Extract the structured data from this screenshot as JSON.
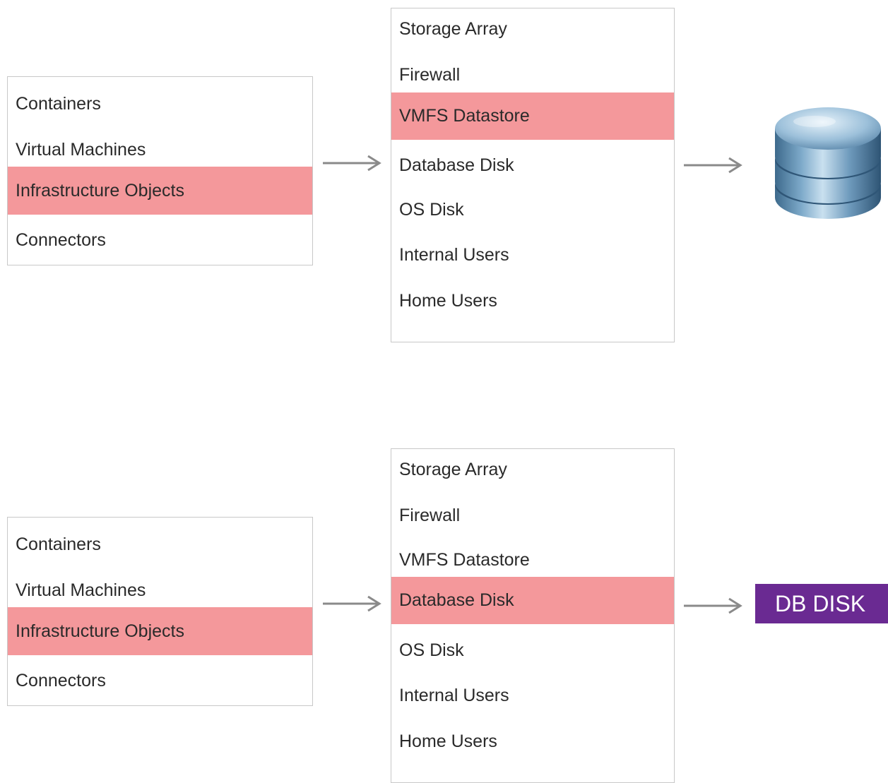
{
  "rows": [
    {
      "categories": {
        "items": [
          "Containers",
          "Virtual Machines",
          "Infrastructure Objects",
          "Connectors"
        ],
        "selected_index": 2
      },
      "objects": {
        "items": [
          "Storage Array",
          "Firewall",
          "VMFS Datastore",
          "Database Disk",
          "OS Disk",
          "Internal Users",
          "Home Users"
        ],
        "selected_index": 2
      },
      "result": {
        "kind": "icon",
        "icon": "database-icon"
      }
    },
    {
      "categories": {
        "items": [
          "Containers",
          "Virtual Machines",
          "Infrastructure Objects",
          "Connectors"
        ],
        "selected_index": 2
      },
      "objects": {
        "items": [
          "Storage Array",
          "Firewall",
          "VMFS Datastore",
          "Database Disk",
          "OS Disk",
          "Internal Users",
          "Home Users"
        ],
        "selected_index": 3
      },
      "result": {
        "kind": "label",
        "label": "DB DISK"
      }
    }
  ],
  "colors": {
    "selected_bg": "#f4989b",
    "label_bg": "#6a2a92",
    "arrow": "#8a8a8a",
    "panel_border": "#c8c8c8"
  }
}
